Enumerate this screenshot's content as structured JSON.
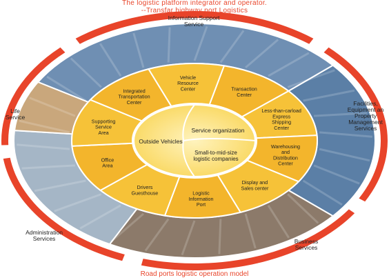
{
  "title": {
    "line1": "The logistic platform integrator and operator.",
    "line2": "--Transfar highway port Logistics"
  },
  "caption": "Road ports logistic operation model",
  "colors": {
    "accent_red": "#e8442a",
    "ring_gold": "#f2b42a",
    "inner_yellow": "#f7d04a",
    "core_light": "#fbe58c"
  },
  "outer_services": [
    {
      "id": "info",
      "line1": "Information Support",
      "line2": "Service"
    },
    {
      "id": "life",
      "line1": "Life",
      "line2": "Service"
    },
    {
      "id": "facilities",
      "line1": "Facilities,",
      "line2": "Equipment an",
      "line3": "Property",
      "line4": "Management",
      "line5": "Services"
    },
    {
      "id": "admin",
      "line1": "Administration",
      "line2": "Services"
    },
    {
      "id": "business",
      "line1": "Business",
      "line2": "Services"
    }
  ],
  "segments": [
    {
      "line1": "Vehicle",
      "line2": "Resource",
      "line3": "Center"
    },
    {
      "line1": "Transaction",
      "line2": "Center"
    },
    {
      "line1": "Less-than-carload",
      "line2": "Express",
      "line3": "Shipping",
      "line4": "Center"
    },
    {
      "line1": "Warehousing",
      "line2": "and",
      "line3": "Distribution",
      "line4": "Center"
    },
    {
      "line1": "Display and",
      "line2": "Sales center"
    },
    {
      "line1": "Logistic",
      "line2": "Information",
      "line3": "Port"
    },
    {
      "line1": "Drivers",
      "line2": "Guesthouse"
    },
    {
      "line1": "Office",
      "line2": "Area"
    },
    {
      "line1": "Supporting",
      "line2": "Service",
      "line3": "Area"
    },
    {
      "line1": "Integrated",
      "line2": "Transportation",
      "line3": "Center"
    }
  ],
  "core": {
    "left": "Outside Vehicles",
    "right_top": "Service organization",
    "right_bottom_line1": "Small-to-mid-size",
    "right_bottom_line2": "logistic companies"
  }
}
